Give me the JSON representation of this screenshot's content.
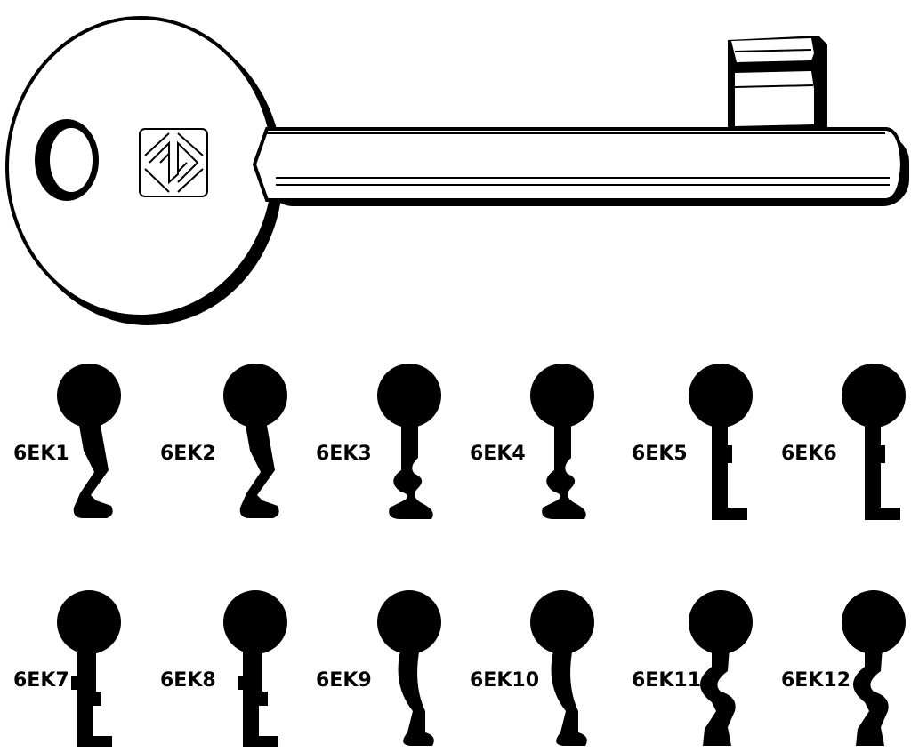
{
  "colors": {
    "ink": "#000000",
    "paper": "#ffffff"
  },
  "key": {
    "logo_icon": "interlocking-square-logo-icon"
  },
  "profiles": [
    {
      "label": "6EK1",
      "shape": "wavy"
    },
    {
      "label": "6EK2",
      "shape": "wavy"
    },
    {
      "label": "6EK3",
      "shape": "hook"
    },
    {
      "label": "6EK4",
      "shape": "hook"
    },
    {
      "label": "6EK5",
      "shape": "ward"
    },
    {
      "label": "6EK6",
      "shape": "ward"
    },
    {
      "label": "6EK7",
      "shape": "ward-double"
    },
    {
      "label": "6EK8",
      "shape": "ward-double"
    },
    {
      "label": "6EK9",
      "shape": "curve"
    },
    {
      "label": "6EK10",
      "shape": "curve"
    },
    {
      "label": "6EK11",
      "shape": "s-curve"
    },
    {
      "label": "6EK12",
      "shape": "s-curve"
    }
  ]
}
